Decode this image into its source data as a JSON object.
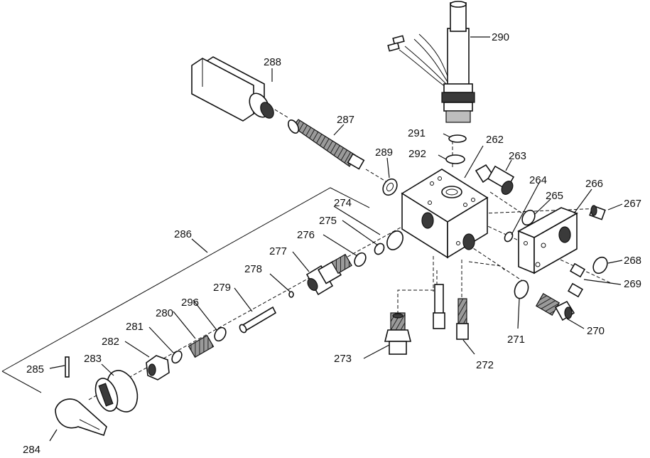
{
  "callouts": {
    "c262": "262",
    "c263": "263",
    "c264": "264",
    "c265": "265",
    "c266": "266",
    "c267": "267",
    "c268": "268",
    "c269": "269",
    "c270": "270",
    "c271": "271",
    "c272": "272",
    "c273": "273",
    "c274": "274",
    "c275": "275",
    "c276": "276",
    "c277": "277",
    "c278": "278",
    "c279": "279",
    "c280": "280",
    "c281": "281",
    "c282": "282",
    "c283": "283",
    "c284": "284",
    "c285": "285",
    "c286": "286",
    "c287": "287",
    "c288": "288",
    "c289": "289",
    "c290": "290",
    "c291": "291",
    "c292": "292",
    "c296": "296"
  }
}
